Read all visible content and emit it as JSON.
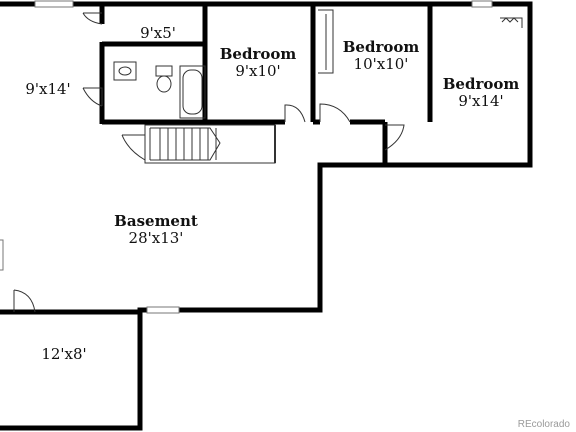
{
  "rooms": {
    "room_9x5": {
      "dims": "9'x5'"
    },
    "room_9x14_left": {
      "dims": "9'x14'"
    },
    "bedroom_a": {
      "name": "Bedroom",
      "dims": "9'x10'"
    },
    "bedroom_b": {
      "name": "Bedroom",
      "dims": "10'x10'"
    },
    "bedroom_c": {
      "name": "Bedroom",
      "dims": "9'x14'"
    },
    "basement": {
      "name": "Basement",
      "dims": "28'x13'"
    },
    "room_12x8": {
      "dims": "12'x8'"
    }
  },
  "watermark": "REcolorado",
  "colors": {
    "wall": "#000000",
    "thin_line": "#333333",
    "window": "#777777",
    "background": "#ffffff"
  }
}
